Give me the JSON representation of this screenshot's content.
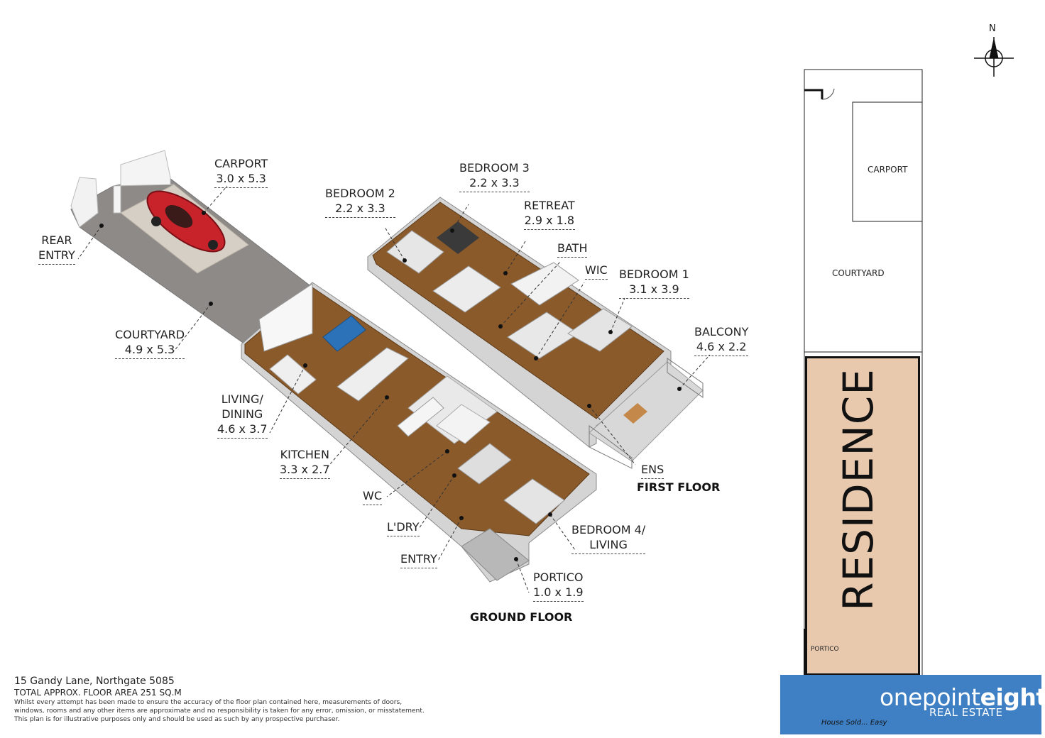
{
  "rooms_ground": [
    {
      "name": "CARPORT",
      "size": "3.0 x 5.3"
    },
    {
      "name": "REAR ENTRY",
      "size": ""
    },
    {
      "name": "COURTYARD",
      "size": "4.9 x 5.3"
    },
    {
      "name": "LIVING/ DINING",
      "size": "4.6 x 3.7"
    },
    {
      "name": "KITCHEN",
      "size": "3.3 x 2.7"
    },
    {
      "name": "WC",
      "size": ""
    },
    {
      "name": "L'DRY",
      "size": ""
    },
    {
      "name": "ENTRY",
      "size": ""
    },
    {
      "name": "PORTICO",
      "size": "1.0 x 1.9"
    },
    {
      "name": "BEDROOM 4/ LIVING",
      "size": ""
    }
  ],
  "rooms_first": [
    {
      "name": "BEDROOM 2",
      "size": "2.2 x 3.3"
    },
    {
      "name": "BEDROOM 3",
      "size": "2.2 x 3.3"
    },
    {
      "name": "RETREAT",
      "size": "2.9 x 1.8"
    },
    {
      "name": "BATH",
      "size": ""
    },
    {
      "name": "WIC",
      "size": ""
    },
    {
      "name": "BEDROOM 1",
      "size": "3.1 x 3.9"
    },
    {
      "name": "BALCONY",
      "size": "4.6 x 2.2"
    },
    {
      "name": "ENS",
      "size": ""
    }
  ],
  "floors": {
    "ground": "GROUND FLOOR",
    "first": "FIRST FLOOR"
  },
  "labels": {
    "carport": "CARPORT",
    "carport_size": "3.0 x 5.3",
    "rear_entry_1": "REAR",
    "rear_entry_2": "ENTRY",
    "courtyard": "COURTYARD",
    "courtyard_size": "4.9 x 5.3",
    "living_1": "LIVING/",
    "living_2": "DINING",
    "living_size": "4.6 x 3.7",
    "kitchen": "KITCHEN",
    "kitchen_size": "3.3 x 2.7",
    "wc": "WC",
    "ldry": "L'DRY",
    "entry": "ENTRY",
    "portico": "PORTICO",
    "portico_size": "1.0 x 1.9",
    "bed4_1": "BEDROOM 4/",
    "bed4_2": "LIVING",
    "bed2": "BEDROOM 2",
    "bed2_size": "2.2 x 3.3",
    "bed3": "BEDROOM 3",
    "bed3_size": "2.2 x 3.3",
    "retreat": "RETREAT",
    "retreat_size": "2.9 x 1.8",
    "bath": "BATH",
    "wic": "WIC",
    "bed1": "BEDROOM 1",
    "bed1_size": "3.1 x 3.9",
    "balcony": "BALCONY",
    "balcony_size": "4.6 x 2.2",
    "ens": "ENS"
  },
  "site_plan": {
    "carport": "CARPORT",
    "courtyard": "COURTYARD",
    "residence": "RESIDENCE",
    "portico": "PORTICO",
    "north": "N"
  },
  "footer": {
    "address": "15 Gandy Lane, Northgate 5085",
    "area": "TOTAL APPROX. FLOOR AREA 251 SQ.M",
    "disclaimer_1": "Whilst every attempt has been made to ensure the accuracy of the floor plan contained here, measurements of doors,",
    "disclaimer_2": "windows, rooms and any other items are approximate and no responsibility is taken for any error, omission, or misstatement.",
    "disclaimer_3": "This plan is for illustrative purposes only and should be used as such by any prospective purchaser."
  },
  "logo": {
    "brand_a": "onepoint",
    "brand_b": "eight",
    "sub": "REAL ESTATE",
    "tagline": "House Sold... Easy"
  },
  "colors": {
    "floor_wood": "#8a5a2b",
    "paving": "#8e8a87",
    "wall": "#e6e6e6",
    "residence_fill": "#e8c9ae",
    "logo_blue": "#3f7fc3",
    "car_red": "#c8222a"
  }
}
